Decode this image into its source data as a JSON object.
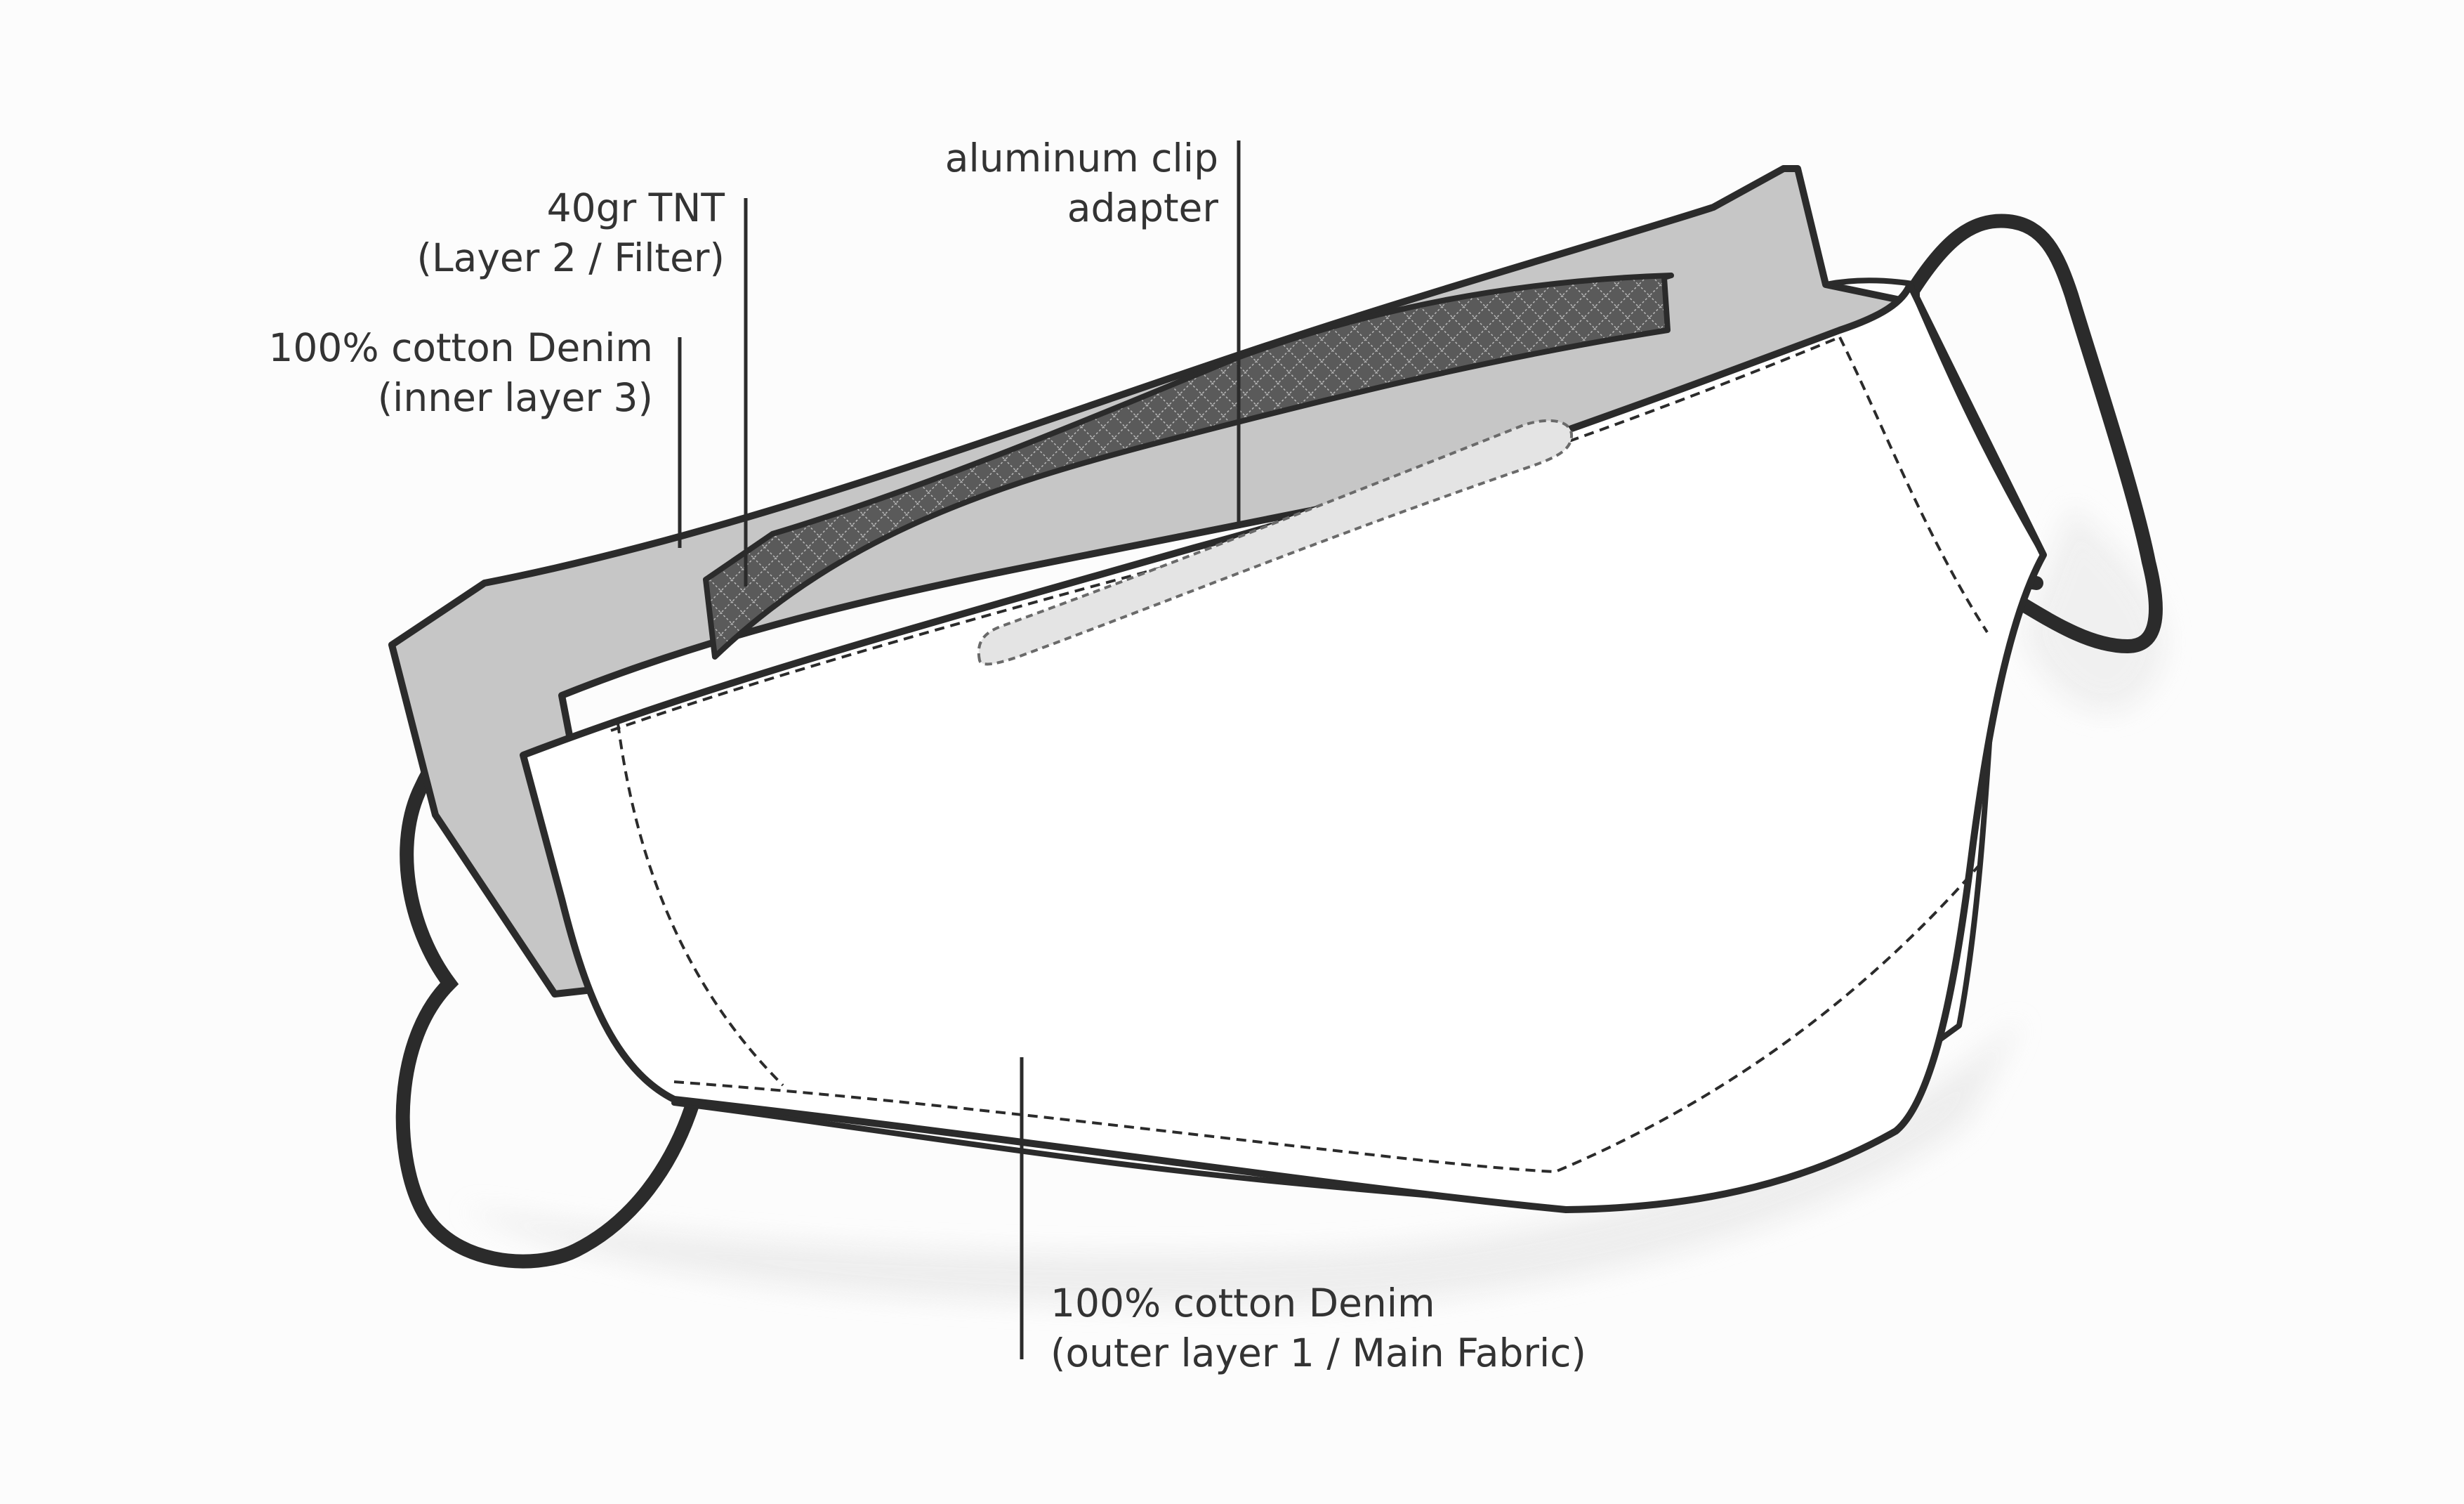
{
  "labels": {
    "filter": {
      "line1": "40gr TNT",
      "line2": "(Layer 2 / Filter)"
    },
    "inner": {
      "line1": "100% cotton Denim",
      "line2": "(inner layer 3)"
    },
    "clip": {
      "line1": "aluminum clip",
      "line2": "adapter"
    },
    "outer": {
      "line1": "100% cotton Denim",
      "line2": "(outer layer 1 / Main Fabric)"
    }
  },
  "colors": {
    "background": "#fcfcfc",
    "outline": "#2b2b2b",
    "inner_layer": "#c6c6c6",
    "filter_layer": "#5a5a5a",
    "outer_layer": "#ffffff",
    "clip": "#e4e4e4",
    "text": "#333333"
  }
}
